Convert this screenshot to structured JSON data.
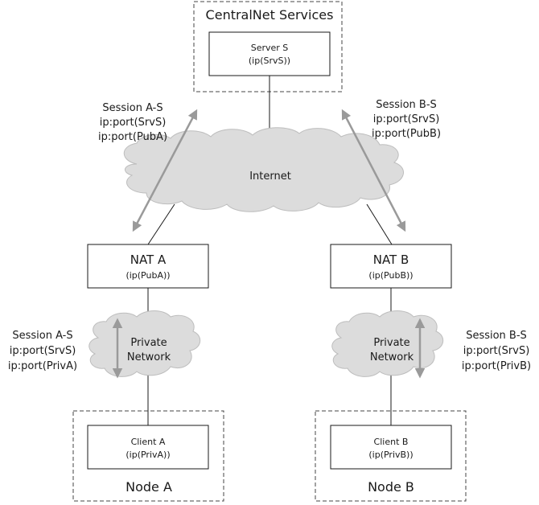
{
  "services_group": {
    "label": "CentralNet Services"
  },
  "server": {
    "name": "Server S",
    "ip": "(ip(SrvS))"
  },
  "internet": {
    "label": "Internet"
  },
  "session_as_public": {
    "title": "Session A-S",
    "line1": "ip:port(SrvS)",
    "line2": "ip:port(PubA)"
  },
  "session_bs_public": {
    "title": "Session B-S",
    "line1": "ip:port(SrvS)",
    "line2": "ip:port(PubB)"
  },
  "nat_a": {
    "name": "NAT A",
    "ip": "(ip(PubA))"
  },
  "nat_b": {
    "name": "NAT B",
    "ip": "(ip(PubB))"
  },
  "private_a": {
    "line1": "Private",
    "line2": "Network"
  },
  "private_b": {
    "line1": "Private",
    "line2": "Network"
  },
  "session_as_private": {
    "title": "Session A-S",
    "line1": "ip:port(SrvS)",
    "line2": "ip:port(PrivA)"
  },
  "session_bs_private": {
    "title": "Session B-S",
    "line1": "ip:port(SrvS)",
    "line2": "ip:port(PrivB)"
  },
  "client_a": {
    "name": "Client A",
    "ip": "(ip(PrivA))"
  },
  "client_b": {
    "name": "Client B",
    "ip": "(ip(PrivB))"
  },
  "node_a": {
    "label": "Node A"
  },
  "node_b": {
    "label": "Node B"
  },
  "colors": {
    "line": "#1a1a1a",
    "cloud_fill": "#dcdcdc",
    "cloud_stroke": "#bdbdbd",
    "arrow": "#9a9a9a",
    "dash": "#444444"
  }
}
